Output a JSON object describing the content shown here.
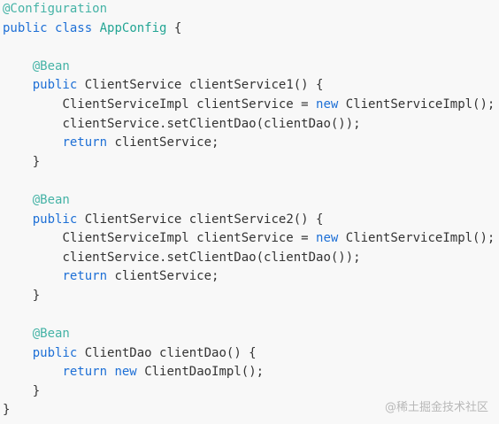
{
  "code": {
    "annotation_configuration": "@Configuration",
    "kw_public": "public",
    "kw_class": "class",
    "class_name": "AppConfig",
    "open_brace": "{",
    "annotation_bean": "@Bean",
    "type_client_service": "ClientService",
    "method_client_service1": "clientService1() {",
    "method_client_service2": "clientService2() {",
    "type_impl_decl": "ClientServiceImpl clientService =",
    "kw_new": "new",
    "impl_ctor": "ClientServiceImpl();",
    "set_dao_call": "clientService.setClientDao(clientDao());",
    "kw_return": "return",
    "return_value": "clientService;",
    "close_brace": "}",
    "type_client_dao": "ClientDao",
    "method_client_dao": "clientDao() {",
    "dao_impl_ctor": "ClientDaoImpl();"
  },
  "watermark": "@稀土掘金技术社区"
}
